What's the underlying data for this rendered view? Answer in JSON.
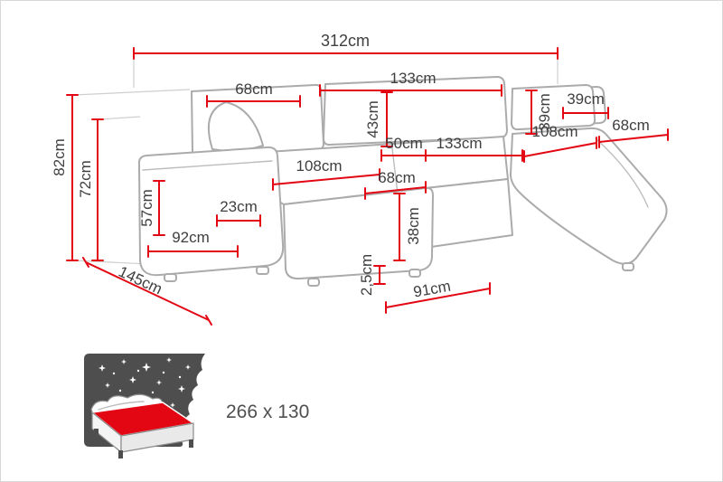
{
  "colors": {
    "accent_red": "#e30613",
    "outline_gray": "#ababab",
    "panel_dark": "#4e4e4e",
    "label_text": "#3f3f3f"
  },
  "dimensions": {
    "total_width": "312cm",
    "backrest_left_width": "68cm",
    "backrest_middle_width": "133cm",
    "backrest_height": "43cm",
    "headrest_height": "39cm",
    "headrest_width": "39cm",
    "seat_depth_middle": "50cm",
    "seat_width_right": "133cm",
    "chaise_right_length": "108cm",
    "chaise_right_width": "68cm",
    "seat_depth_left": "108cm",
    "seat_width_left": "68cm",
    "total_height": "82cm",
    "armrest_height": "72cm",
    "seat_back_height": "57cm",
    "armrest_width": "23cm",
    "chaise_left_width": "92cm",
    "seat_front_height": "38cm",
    "leg_height": "2,5cm",
    "front_edge_width": "91cm",
    "total_depth": "145cm"
  },
  "sleeping_function": {
    "dimensions_label": "266 x 130"
  }
}
